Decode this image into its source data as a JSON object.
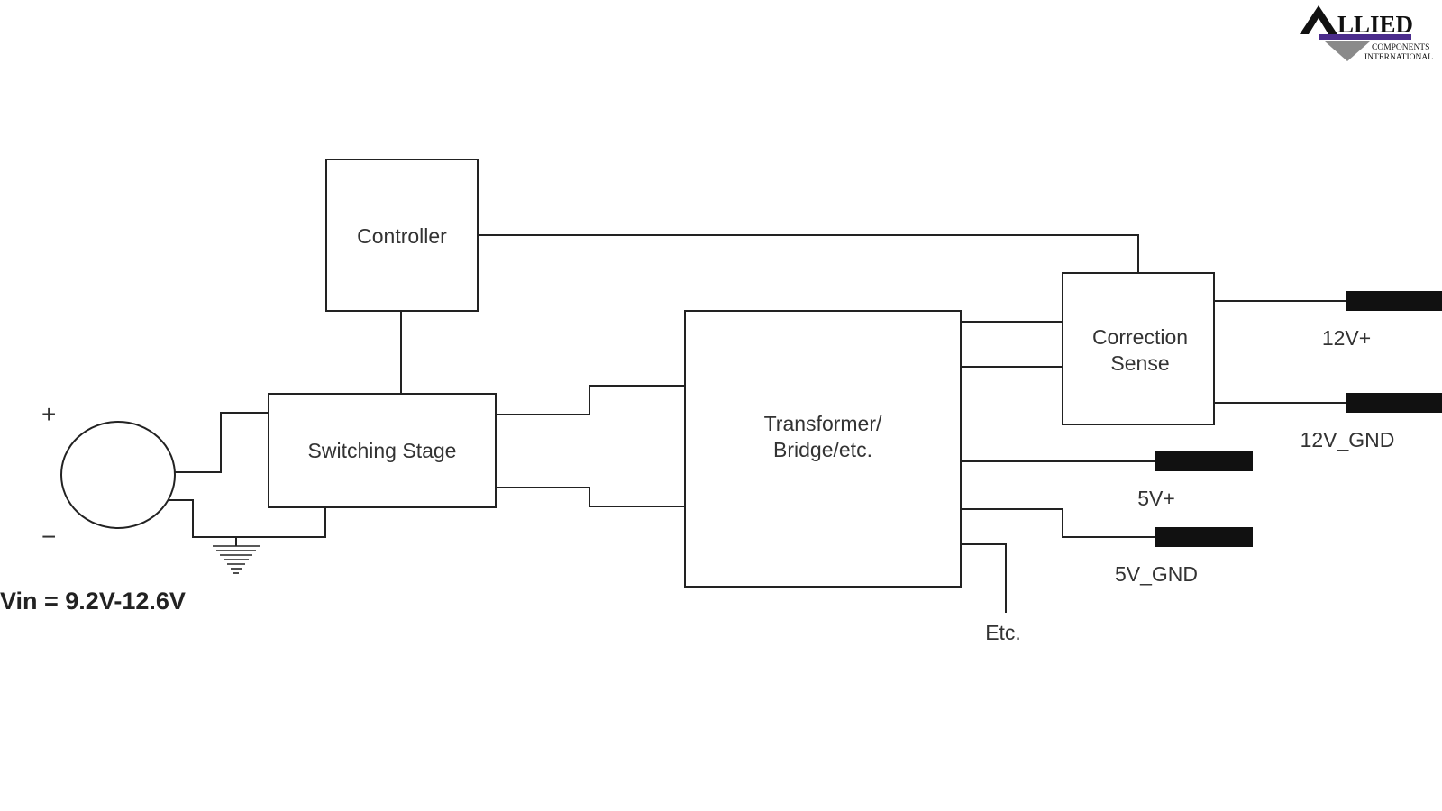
{
  "logo": {
    "main": "LLIED",
    "sub_line1": "COMPONENTS",
    "sub_line2": "INTERNATIONAL",
    "accent_color": "#4b2c8c",
    "mark_color": "#8a8a8a"
  },
  "blocks": {
    "controller": "Controller",
    "switching_stage": "Switching Stage",
    "transformer_line1": "Transformer/",
    "transformer_line2": "Bridge/etc.",
    "correction_line1": "Correction",
    "correction_line2": "Sense"
  },
  "source": {
    "plus": "+",
    "minus": "−",
    "vin": "Vin = 9.2V-12.6V"
  },
  "outputs": {
    "v12_plus": "12V+",
    "v12_gnd": "12V_GND",
    "v5_plus": "5V+",
    "v5_gnd": "5V_GND",
    "etc": "Etc."
  }
}
